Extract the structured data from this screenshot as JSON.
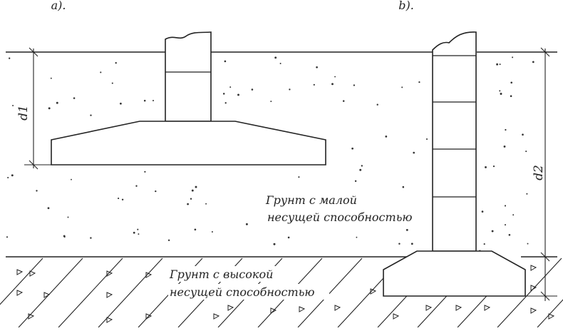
{
  "captions": {
    "a": "a).",
    "b": "b)."
  },
  "dimensions": {
    "d1": "d1",
    "d2": "d2"
  },
  "soil_weak": {
    "line1": "Грунт с малой",
    "line2": "несущей способностью"
  },
  "soil_strong": {
    "line1": "Грунт с высокой",
    "line2": "несущей способностью"
  },
  "colors": {
    "ink": "#222222",
    "background": "#ffffff"
  }
}
